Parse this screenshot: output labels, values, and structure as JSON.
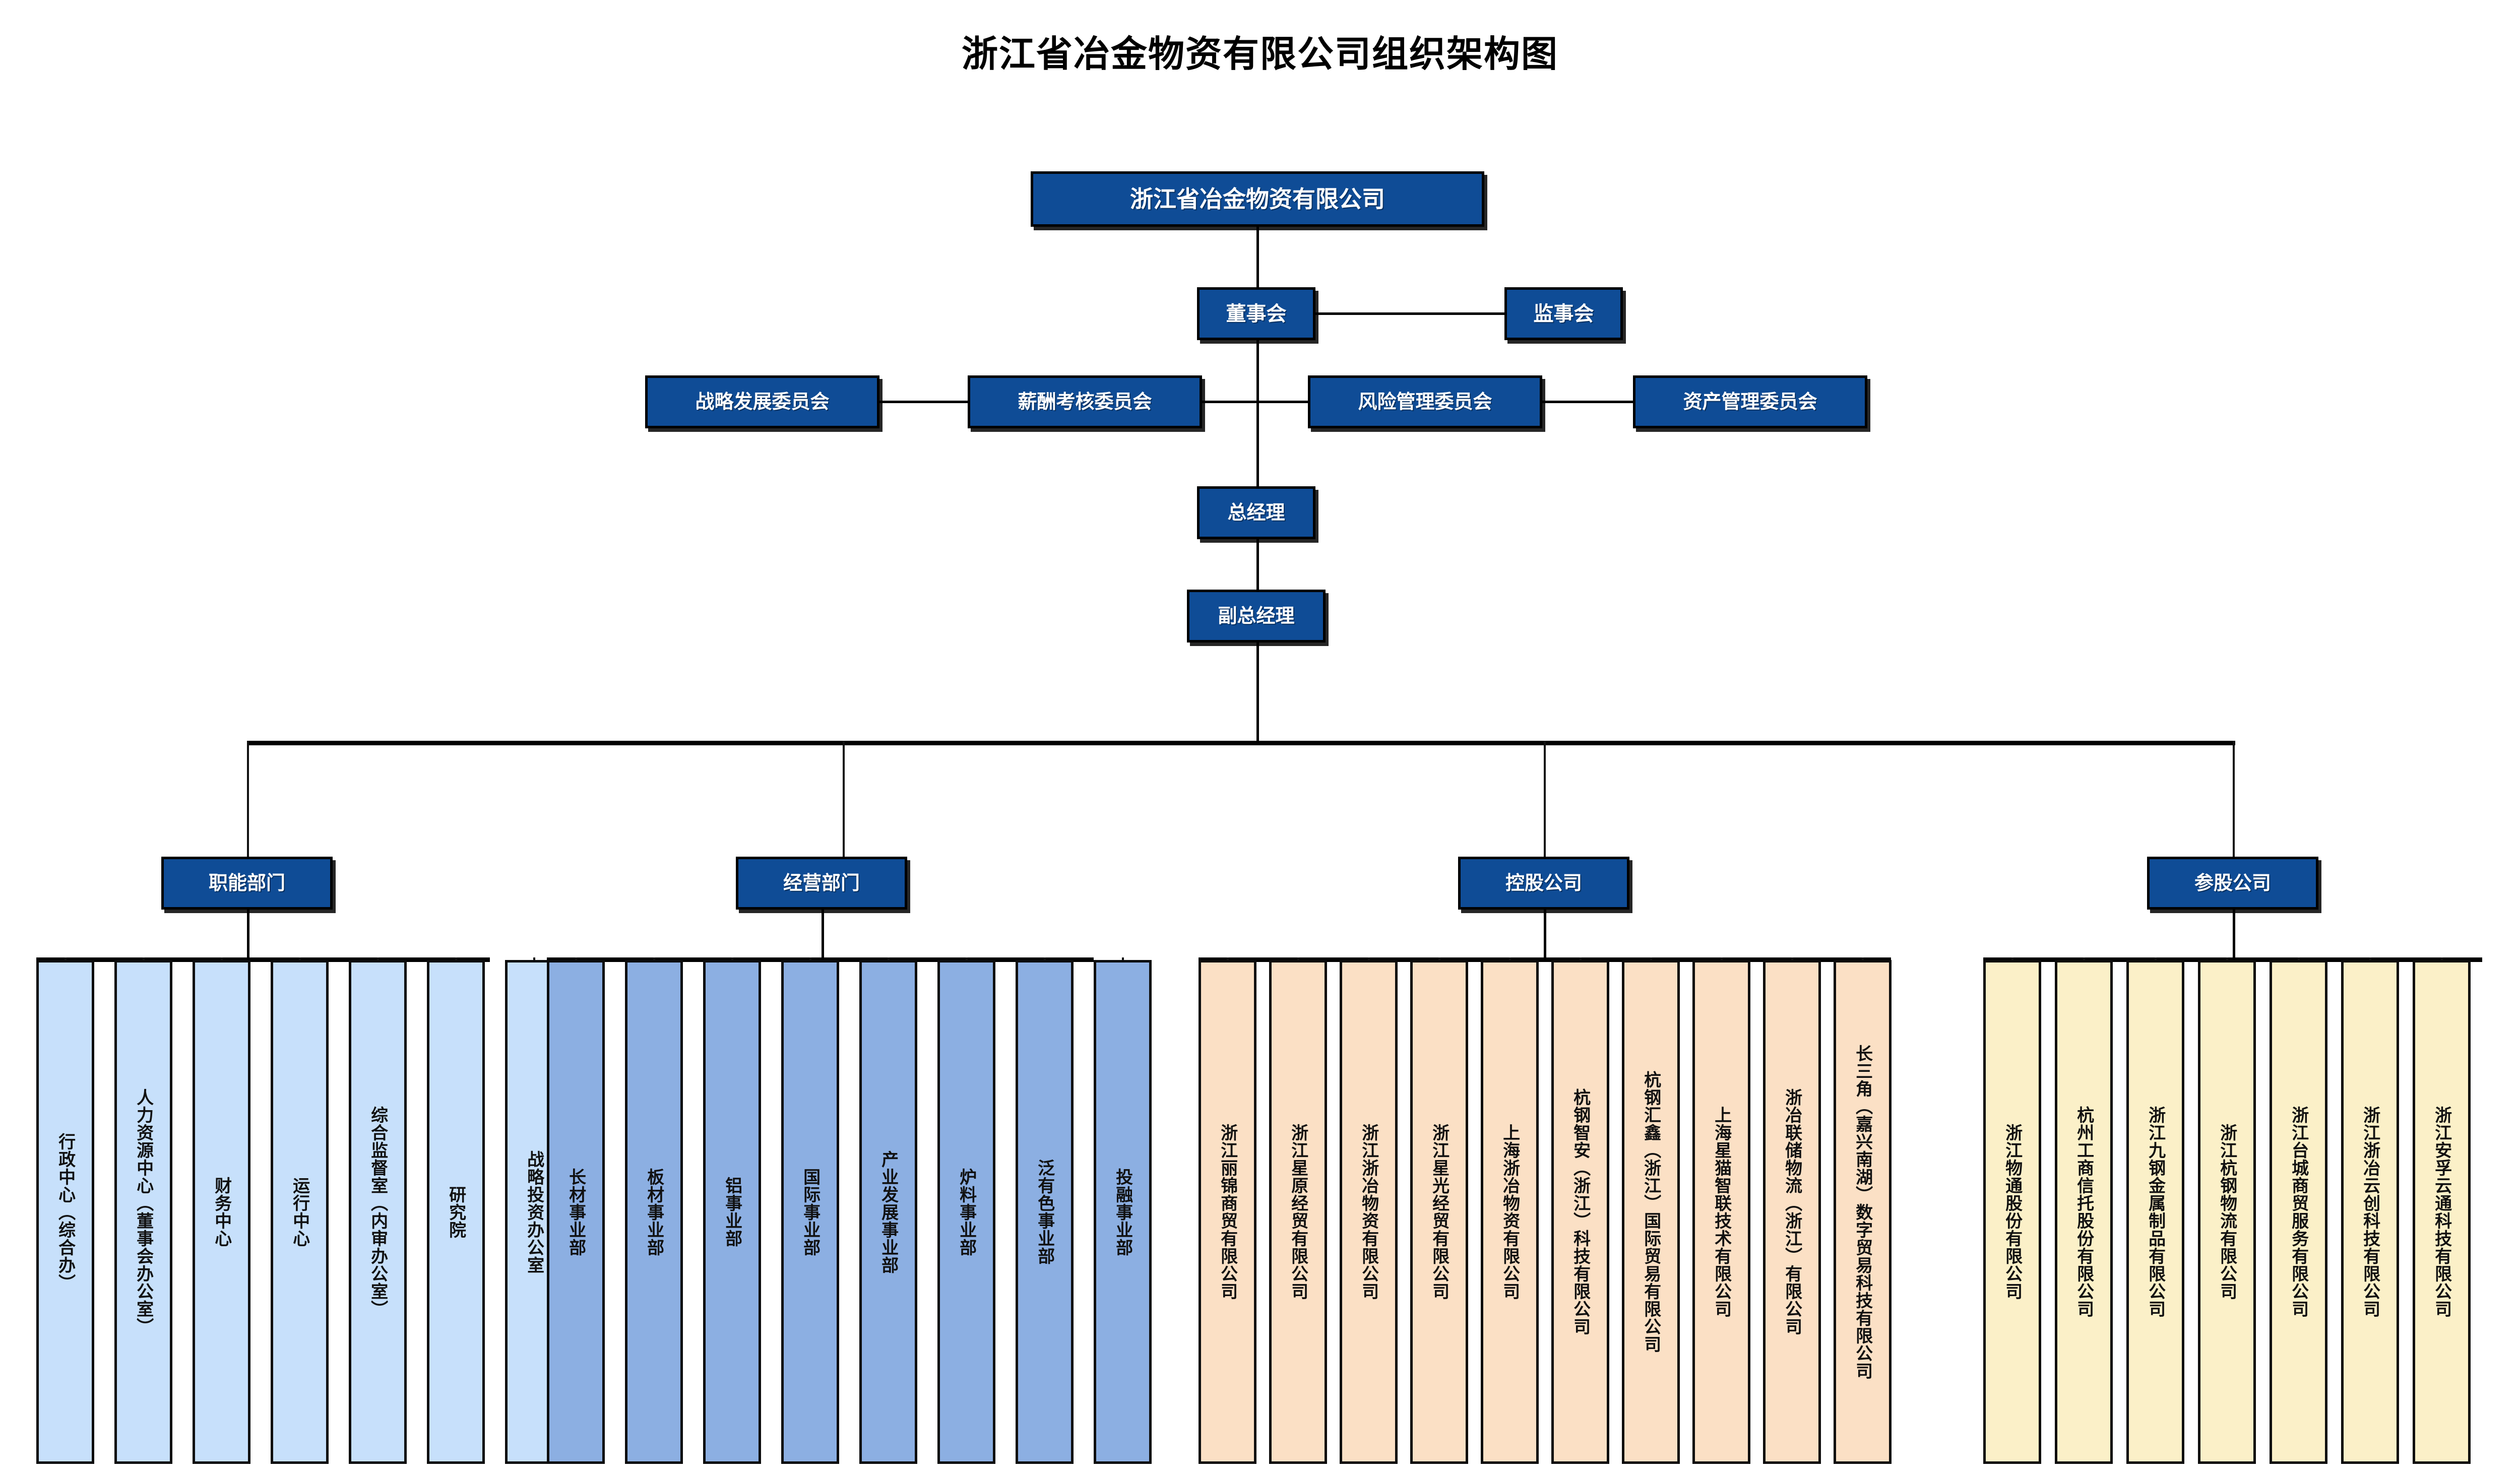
{
  "page": {
    "title": "浙江省冶金物资有限公司组织架构图"
  },
  "colors": {
    "header_box_fill": "#0f4c96",
    "header_box_text": "#ffffff",
    "border": "#000000",
    "functional_fill": "#c7e0fb",
    "business_fill": "#8cafe2",
    "holding_fill": "#fbe0c5",
    "participation_fill": "#fbf0c8",
    "leaf_text": "#111111",
    "background": "#ffffff"
  },
  "nodes": {
    "root": "浙江省冶金物资有限公司",
    "board": "董事会",
    "supervisors": "监事会",
    "general_manager": "总经理",
    "deputy_general_manager": "副总经理"
  },
  "committees": [
    "战略发展委员会",
    "薪酬考核委员会",
    "风险管理委员会",
    "资产管理委员会"
  ],
  "groups": [
    {
      "label": "职能部门"
    },
    {
      "label": "经营部门"
    },
    {
      "label": "控股公司"
    },
    {
      "label": "参股公司"
    }
  ],
  "functional_departments": [
    "行政中心（综合办）",
    "人力资源中心（董事会办公室）",
    "财务中心",
    "运行中心",
    "综合监督室（内审办公室）",
    "研究院",
    "战略投资办公室"
  ],
  "business_departments": [
    "长材事业部",
    "板材事业部",
    "铝事业部",
    "国际事业部",
    "产业发展事业部",
    "炉料事业部",
    "泛有色事业部",
    "投融事业部"
  ],
  "holding_companies": [
    "浙江丽锦商贸有限公司",
    "浙江星原经贸有限公司",
    "浙江浙冶物资有限公司",
    "浙江星光经贸有限公司",
    "上海浙冶物资有限公司",
    "杭钢智安（浙江）科技有限公司",
    "杭钢汇鑫（浙江）国际贸易有限公司",
    "上海星猫智联技术有限公司",
    "浙冶联储物流（浙江）有限公司",
    "长三角（嘉兴南湖）数字贸易科技有限公司"
  ],
  "participation_companies": [
    "浙江物通股份有限公司",
    "杭州工商信托股份有限公司",
    "浙江九钢金属制品有限公司",
    "浙江杭钢物流有限公司",
    "浙江台城商贸服务有限公司",
    "浙江浙冶云创科技有限公司",
    "浙江安孚云通科技有限公司"
  ]
}
